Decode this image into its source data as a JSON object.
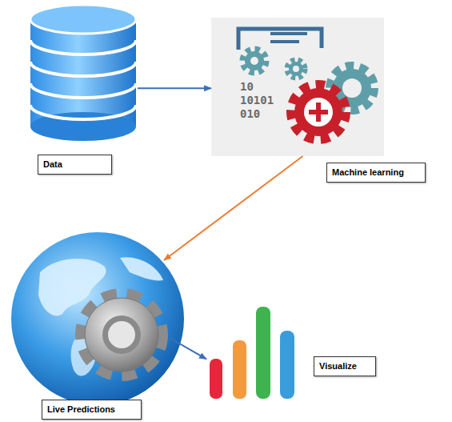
{
  "diagram": {
    "nodes": [
      {
        "text": [
          "Data"
        ]
      },
      {
        "text": [
          "Machine learning"
        ]
      },
      {
        "text": [
          "Live Predictions"
        ]
      },
      {
        "text": [
          "Visualize"
        ]
      }
    ],
    "edges": [
      {
        "from": 0,
        "to": 1,
        "arrow": "to"
      },
      {
        "from": 1,
        "to": 2,
        "arrow": "to"
      },
      {
        "from": 2,
        "to": 3,
        "arrow": "to"
      }
    ],
    "labels": [
      "10",
      "10101",
      "010"
    ]
  }
}
